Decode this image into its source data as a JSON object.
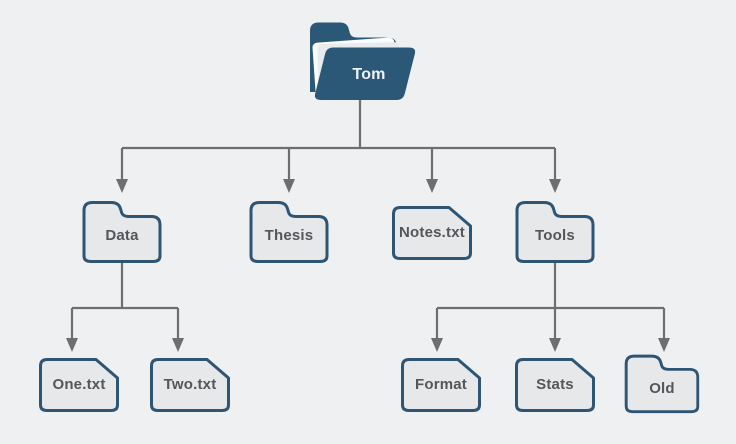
{
  "diagram": {
    "description": "Directory tree diagram",
    "nodes": {
      "tom": {
        "label": "Tom",
        "type": "open-folder"
      },
      "data": {
        "label": "Data",
        "type": "folder"
      },
      "thesis": {
        "label": "Thesis",
        "type": "folder"
      },
      "notes": {
        "label": "Notes.txt",
        "type": "file"
      },
      "tools": {
        "label": "Tools",
        "type": "folder"
      },
      "one": {
        "label": "One.txt",
        "type": "file"
      },
      "two": {
        "label": "Two.txt",
        "type": "file"
      },
      "format": {
        "label": "Format",
        "type": "file"
      },
      "stats": {
        "label": "Stats",
        "type": "file"
      },
      "old": {
        "label": "Old",
        "type": "folder"
      }
    },
    "hierarchy": {
      "Tom": [
        "Data",
        "Thesis",
        "Notes.txt",
        "Tools"
      ],
      "Data": [
        "One.txt",
        "Two.txt"
      ],
      "Tools": [
        "Format",
        "Stats",
        "Old"
      ]
    }
  },
  "colors": {
    "background": "#eff0f2",
    "node-fill": "#e6e8ea",
    "node-border": "#2e5674",
    "root-folder": "#2b5877",
    "root-label": "#eef1f3",
    "connector": "#6d6e70",
    "label": "#55565a",
    "paper": "#fbfcfd"
  }
}
